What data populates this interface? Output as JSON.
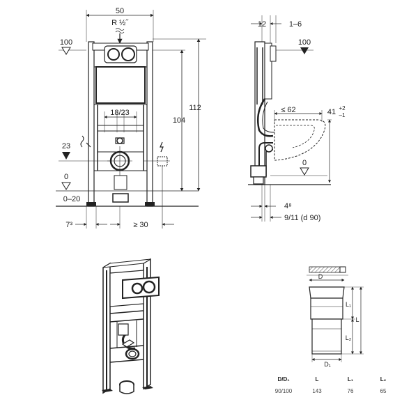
{
  "front_view": {
    "width": "50",
    "thread": "R ½˝",
    "level_top": "100",
    "level_pipe": "23",
    "level_floor": "0",
    "floor_range": "0–20",
    "frame_range": "18/23",
    "height_total": "112",
    "height_inner": "104",
    "offset_left": "7³",
    "spacing": "≥ 30"
  },
  "side_view": {
    "depth_a": "12",
    "depth_b": "1–6",
    "level_top": "100",
    "bowl_reach": "≤ 62",
    "bowl_height": "41",
    "bowl_tol_plus": "+2",
    "bowl_tol_minus": "–1",
    "level_floor": "0",
    "pipe_offset": "4⁸",
    "pipe_dim": "9/11 (d 90)"
  },
  "connector": {
    "label_d": "D",
    "label_d1": "D₁",
    "label_l": "L",
    "label_l1": "L₁",
    "label_l2": "L₂"
  },
  "table": {
    "headers": [
      "D/D₁",
      "L",
      "L₁",
      "L₂"
    ],
    "rows": [
      [
        "90/100",
        "143",
        "76",
        "65"
      ]
    ]
  }
}
